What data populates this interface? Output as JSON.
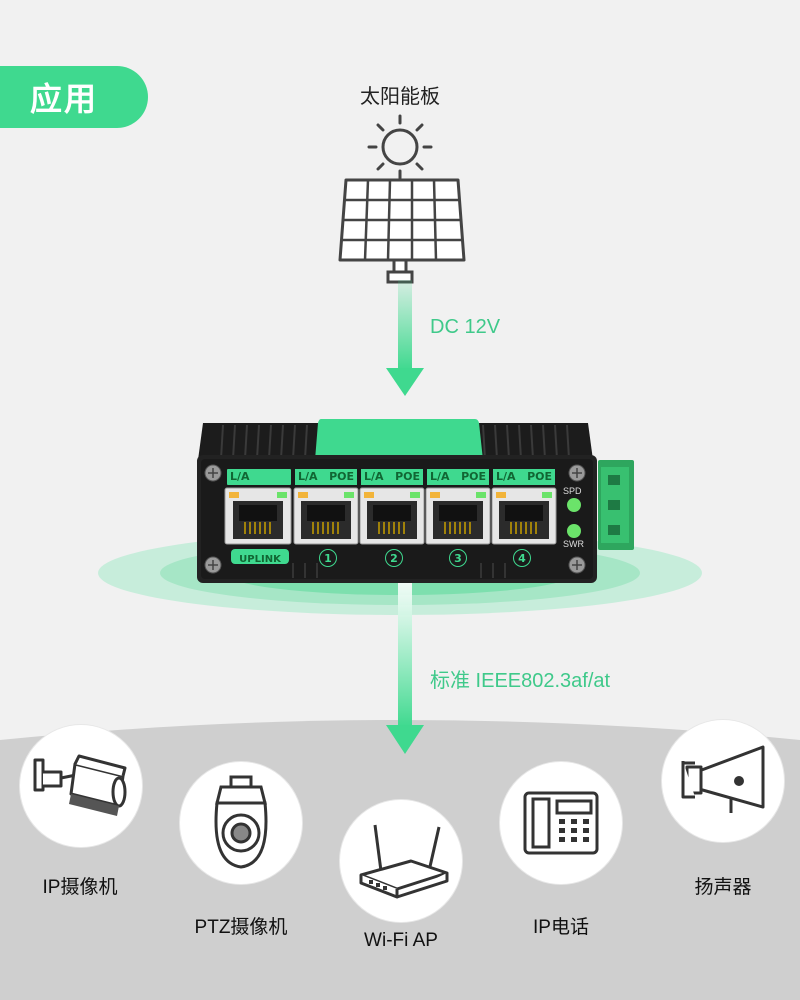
{
  "badge": {
    "label": "应用"
  },
  "source": {
    "label": "太阳能板"
  },
  "input_arrow": {
    "label": "DC 12V"
  },
  "output_arrow": {
    "label": "标准 IEEE802.3af/at"
  },
  "switch": {
    "ports": [
      {
        "top": "L/A",
        "bottom": "UPLINK"
      },
      {
        "top": "L/A",
        "poe": "POE",
        "bottom": "1"
      },
      {
        "top": "L/A",
        "poe": "POE",
        "bottom": "2"
      },
      {
        "top": "L/A",
        "poe": "POE",
        "bottom": "3"
      },
      {
        "top": "L/A",
        "poe": "POE",
        "bottom": "4"
      }
    ],
    "led_spd": "SPD",
    "led_swr": "SWR",
    "brand_accent": "#3fd98f"
  },
  "devices": [
    {
      "label": "IP摄像机",
      "icon": "bullet-camera-icon"
    },
    {
      "label": "PTZ摄像机",
      "icon": "ptz-camera-icon"
    },
    {
      "label": "Wi-Fi AP",
      "icon": "router-icon"
    },
    {
      "label": "IP电话",
      "icon": "ip-phone-icon"
    },
    {
      "label": "扬声器",
      "icon": "speaker-icon"
    }
  ],
  "colors": {
    "accent": "#3fd98f",
    "background": "#f1f1f1",
    "lower_background": "#cfcfcf"
  }
}
